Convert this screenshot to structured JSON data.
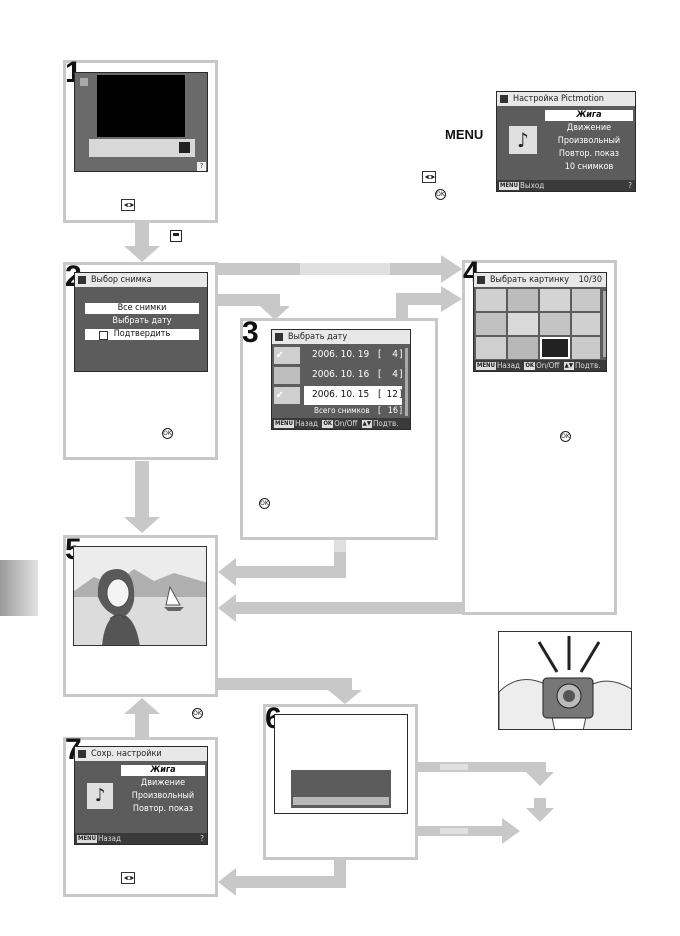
{
  "steps": {
    "s1": "1",
    "s2": "2",
    "s3": "3",
    "s4": "4",
    "s5": "5",
    "s6": "6",
    "s7": "7"
  },
  "pictmotion_menu": {
    "title": "Настройка Pictmotion",
    "items": [
      "Жига",
      "Движение",
      "Произвольный",
      "Повтор. показ",
      "10 снимков"
    ],
    "selected": "Жига",
    "footer_key": "MENU",
    "footer_label": "Выход",
    "help": "?"
  },
  "menu_button_label": "MENU",
  "select_pictures": {
    "title": "Выбор снимка",
    "items": [
      "Все снимки",
      "Выбрать дату",
      "Подтвердить"
    ],
    "selected": "Все снимки"
  },
  "choose_date": {
    "title": "Выбрать дату",
    "rows": [
      {
        "date": "2006. 10. 19",
        "count": "4"
      },
      {
        "date": "2006. 10. 16",
        "count": "4"
      },
      {
        "date": "2006. 10. 15",
        "count": "12"
      }
    ],
    "total_label": "Всего снимков",
    "total_count": "16",
    "footer_back": "Назад",
    "footer_toggle": "On/Off",
    "footer_confirm": "Подтв."
  },
  "choose_picture": {
    "title": "Выбрать картинку",
    "counter": "10/30",
    "footer_back": "Назад",
    "footer_toggle": "On/Off",
    "footer_confirm": "Подтв."
  },
  "save_settings": {
    "title": "Сохр. настройки",
    "items": [
      "Жига",
      "Движение",
      "Произвольный",
      "Повтор. показ"
    ],
    "selected": "Жига",
    "footer_key": "MENU",
    "footer_label": "Назад",
    "help": "?"
  },
  "ok_label": "OK",
  "colors": {
    "panel_border": "#c8c8c8",
    "arrow": "#c8c8c8",
    "lcd_bg": "#5c5c5c",
    "lcd_title": "#e8e8e8"
  }
}
